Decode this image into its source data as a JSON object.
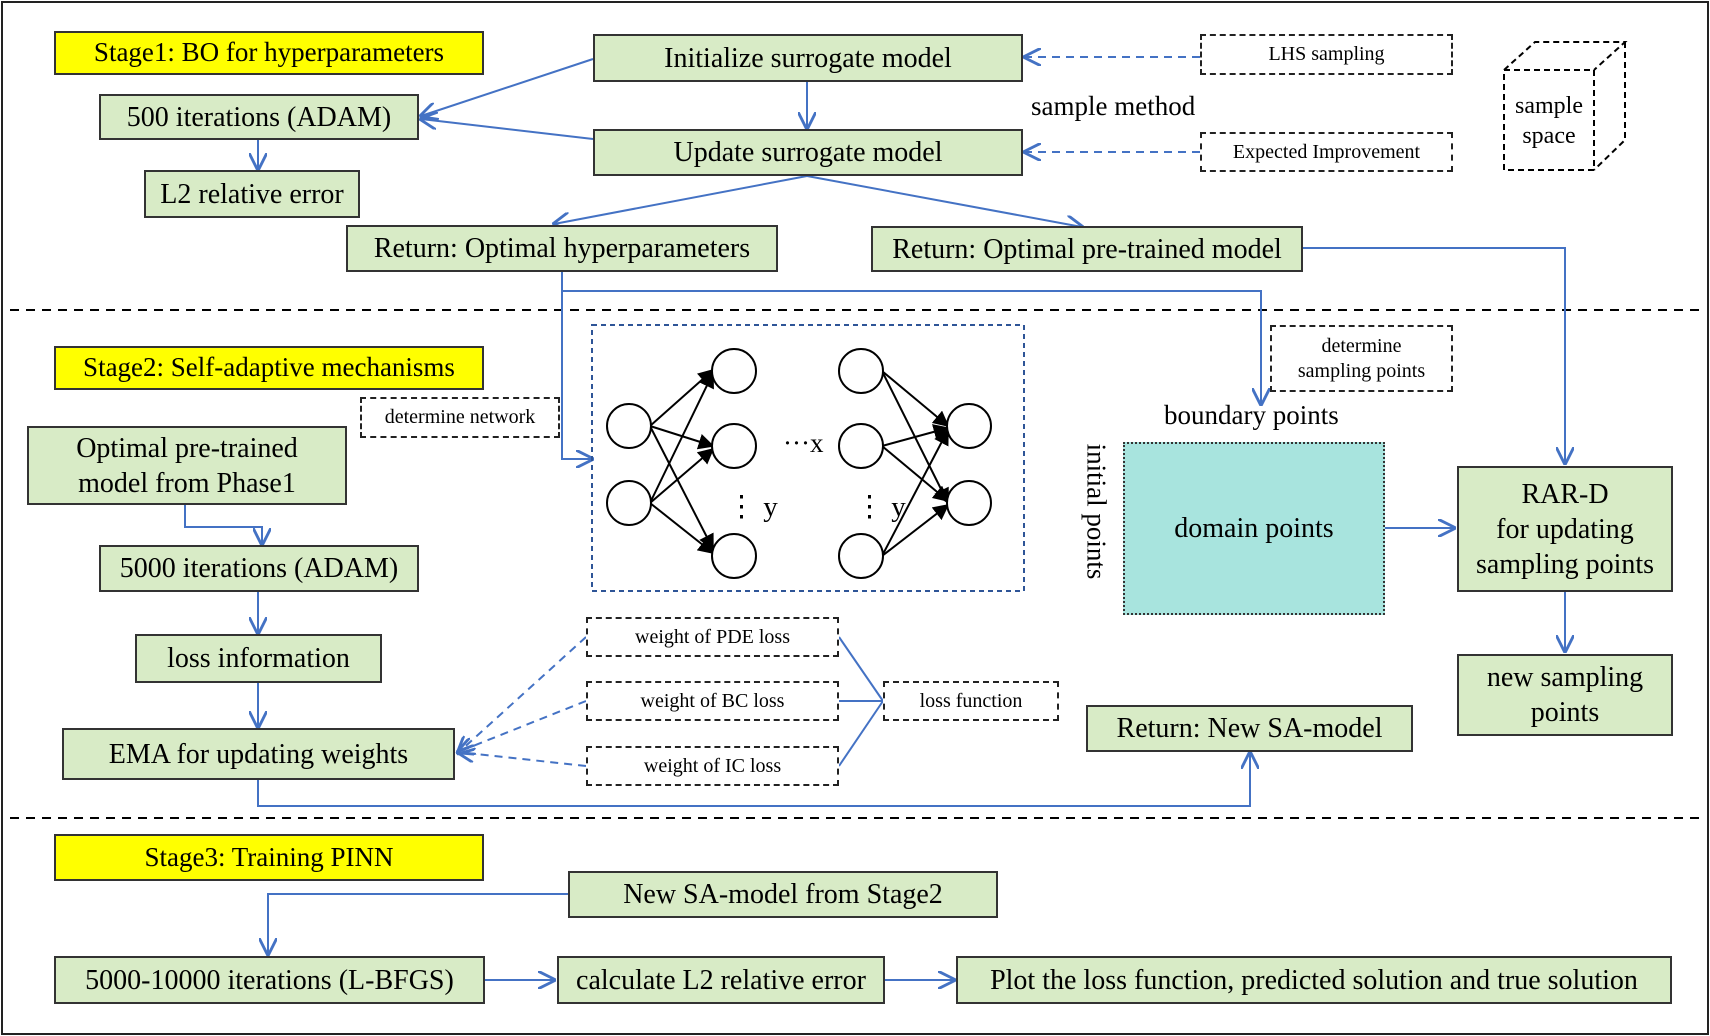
{
  "stage1": {
    "title": "Stage1: BO for  hyperparameters",
    "init_surrogate": "Initialize surrogate model",
    "update_surrogate": "Update surrogate model",
    "iter_adam": "500 iterations (ADAM)",
    "l2_error": "L2 relative error",
    "lhs": "LHS sampling",
    "expected_improvement": "Expected Improvement",
    "sample_method": "sample method",
    "sample_space": "sample\nspace",
    "return_hyper": "Return: Optimal hyperparameters",
    "return_pretrained": "Return: Optimal pre-trained model"
  },
  "stage2": {
    "title": "Stage2: Self-adaptive mechanisms",
    "pretrained_model": "Optimal pre-trained\nmodel from Phase1",
    "iter_adam": "5000 iterations (ADAM)",
    "loss_info": "loss information",
    "ema": "EMA for updating weights",
    "determine_network": "determine network",
    "w_pde": "weight of PDE loss",
    "w_bc": "weight of BC loss",
    "w_ic": "weight of IC loss",
    "loss_function": "loss function",
    "return_sa": "Return: New SA-model",
    "determine_sampling": "determine\nsampling points",
    "boundary_points": "boundary points",
    "initial_points": "initial points",
    "domain_points": "domain points",
    "rar_d": "RAR-D\nfor updating\nsampling points",
    "new_sampling": "new sampling\npoints",
    "nn_x": "···x",
    "nn_y1": "⋮ y",
    "nn_y2": "⋮ y"
  },
  "stage3": {
    "title": "Stage3: Training PINN",
    "new_sa_model": "New SA-model from Stage2",
    "lbfgs": "5000-10000 iterations (L-BFGS)",
    "calc_l2": "calculate L2 relative error",
    "plot": "Plot the loss function, predicted solution and true solution"
  },
  "colors": {
    "arrow": "#4472c4",
    "box_fill": "#d8ebc6",
    "stage_fill": "#ffff00",
    "domain_fill": "#a8e4de"
  }
}
